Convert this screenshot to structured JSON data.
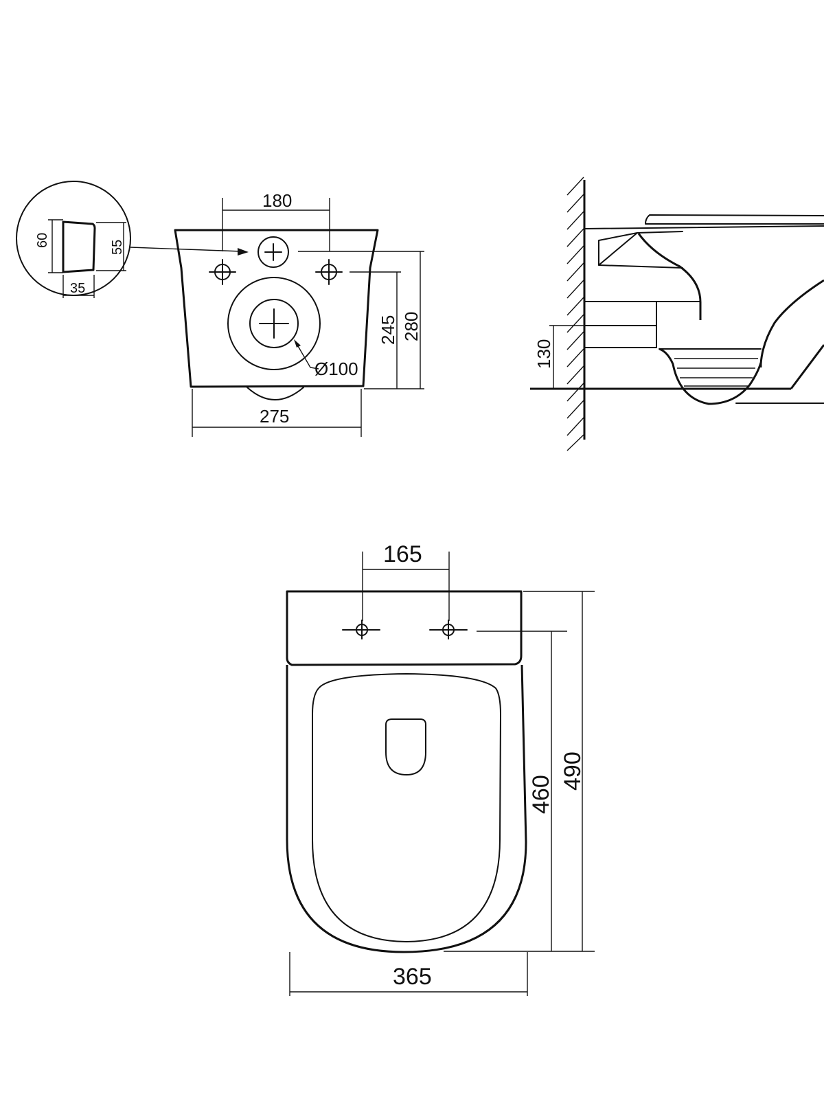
{
  "front_view": {
    "hole_spacing": "180",
    "width": "275",
    "inlet_height": "245",
    "total_height": "280",
    "outlet_diameter": "Ø100"
  },
  "detail_view": {
    "outer_height": "60",
    "inner_height": "55",
    "depth": "35"
  },
  "side_view": {
    "height_above_floor": "130"
  },
  "top_view": {
    "hole_spacing": "165",
    "width": "365",
    "length_to_holes": "460",
    "total_length": "490"
  }
}
